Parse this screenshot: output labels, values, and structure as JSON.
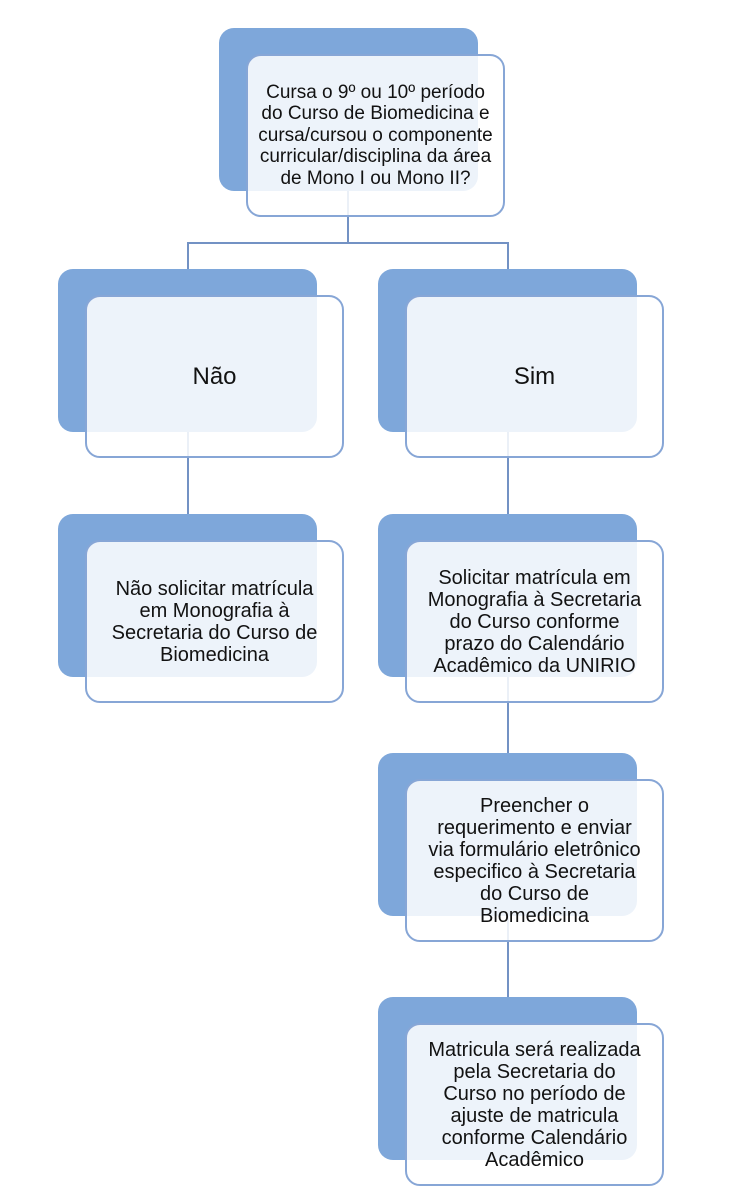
{
  "diagram": {
    "type": "flowchart",
    "colors": {
      "node_fill": "#7EA7DA",
      "node_border": "#87A6D6",
      "connector": "#7392C4",
      "overlay_tint": "#EDF2F9",
      "text": "#121212",
      "background": "#FFFFFF"
    },
    "nodes": {
      "start": {
        "label": "Cursa o 9º ou 10º período\ndo Curso de Biomedicina e\ncursa/cursou o componente\ncurricular/disciplina da área\nde Mono I ou Mono II?"
      },
      "no": {
        "label": "Não"
      },
      "yes": {
        "label": "Sim"
      },
      "no_action": {
        "label": "Não solicitar matrícula\nem Monografia à\nSecretaria do Curso de\nBiomedicina"
      },
      "yes_step1": {
        "label": "Solicitar matrícula em\nMonografia à Secretaria\ndo Curso conforme\nprazo do Calendário\nAcadêmico da UNIRIO"
      },
      "yes_step2": {
        "label": "Preencher o\nrequerimento e enviar\nvia formulário eletrônico\nespecifico à Secretaria\ndo Curso de\nBiomedicina"
      },
      "yes_step3": {
        "label": "Matricula será realizada\npela Secretaria do\nCurso no período de\najuste de matricula\nconforme Calendário\nAcadêmico"
      }
    }
  }
}
